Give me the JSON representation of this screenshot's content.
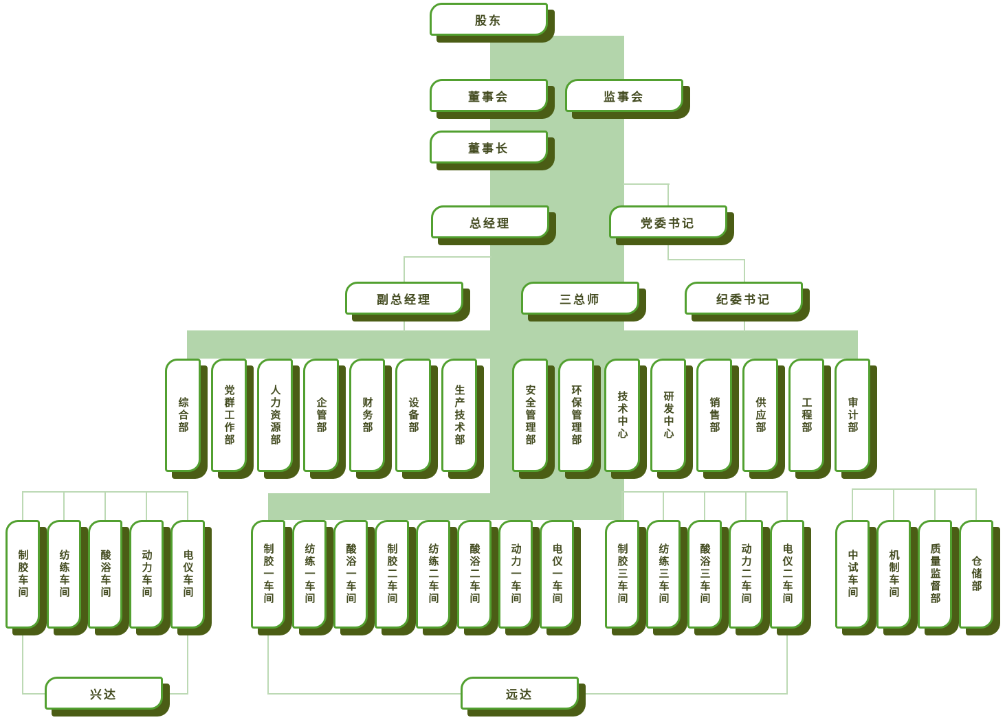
{
  "colors": {
    "border_green": "#52a030",
    "shadow_olive": "#4b5d15",
    "text_dark": "#434b20",
    "band_light_green": "#b3d5ab",
    "line_light_green": "#bcd9b4",
    "box_bg": "#ffffff"
  },
  "nodes": {
    "shareholders": "股东",
    "board_of_directors": "董事会",
    "supervisory_board": "监事会",
    "chairman": "董事长",
    "general_manager": "总经理",
    "party_committee_secretary": "党委书记",
    "deputy_general_manager": "副总经理",
    "three_chief_engineers": "三总师",
    "discipline_committee_secretary": "纪委书记"
  },
  "departments_left": [
    "综合部",
    "党群工作部",
    "人力资源部",
    "企管部",
    "财务部",
    "设备部",
    "生产技术部"
  ],
  "departments_right": [
    "安全管理部",
    "环保管理部",
    "技术中心",
    "研发中心",
    "销售部",
    "供应部",
    "工程部",
    "审计部"
  ],
  "workshops_group1": [
    "制胶车间",
    "纺练车间",
    "酸浴车间",
    "动力车间",
    "电仪车间"
  ],
  "workshops_group2": [
    "制胶一车间",
    "纺练一车间",
    "酸浴一车间",
    "制胶二车间",
    "纺练二车间",
    "酸浴二车间",
    "动力一车间",
    "电仪一车间"
  ],
  "workshops_group3": [
    "制胶三车间",
    "纺练三车间",
    "酸浴三车间",
    "动力二车间",
    "电仪二车间"
  ],
  "workshops_group4": [
    "中试车间",
    "机制车间",
    "质量监督部",
    "仓储部"
  ],
  "subsidiaries": {
    "xingda": "兴达",
    "yuanda": "远达"
  }
}
